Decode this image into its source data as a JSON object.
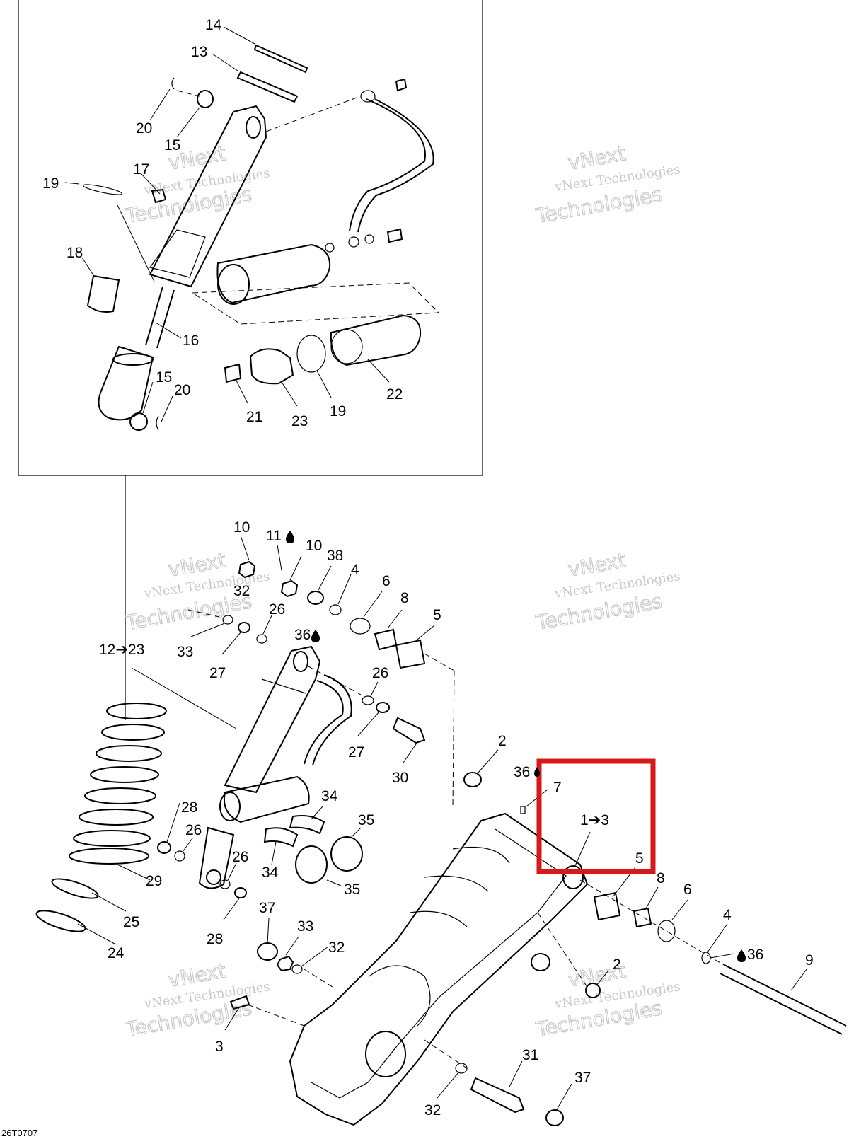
{
  "callouts": {
    "c14": "14",
    "c13": "13",
    "c20a": "20",
    "c15a": "15",
    "c17": "17",
    "c19a": "19",
    "c18": "18",
    "c16": "16",
    "c15b": "15",
    "c20b": "20",
    "c21": "21",
    "c23": "23",
    "c19b": "19",
    "c22": "22",
    "c10a": "10",
    "c11": "11",
    "c10b": "10",
    "c38": "38",
    "c4a": "4",
    "c6a": "6",
    "c8a": "8",
    "c5a": "5",
    "c32a": "32",
    "c26a": "26",
    "c36a": "36",
    "c33a": "33",
    "c27a": "27",
    "c1223": "12➔23",
    "c26b": "26",
    "c27b": "27",
    "c30": "30",
    "c2a": "2",
    "c36b": "36",
    "c7": "7",
    "c13hl": "1➔3",
    "c5b": "5",
    "c8b": "8",
    "c6b": "6",
    "c4b": "4",
    "c36c": "36",
    "c9": "9",
    "c28a": "28",
    "c26c": "26",
    "c34a": "34",
    "c35a": "35",
    "c34b": "34",
    "c35b": "35",
    "c26d": "26",
    "c29": "29",
    "c25": "25",
    "c24": "24",
    "c37a": "37",
    "c33b": "33",
    "c28b": "28",
    "c32b": "32",
    "c2b": "2",
    "c3": "3",
    "c31": "31",
    "c37b": "37",
    "c32c": "32"
  },
  "watermark": {
    "line1": "vNext Technologies",
    "line2": "Technologies",
    "line3": "vNext"
  },
  "drawing_code": "26T0707",
  "highlight_color": "#d61a1a"
}
